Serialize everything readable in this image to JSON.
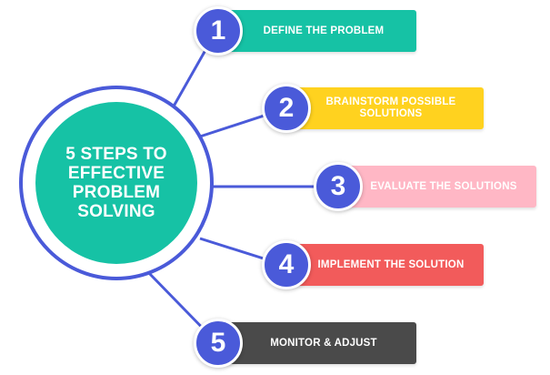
{
  "hub": {
    "title": "5 STEPS TO EFFECTIVE PROBLEM SOLVING",
    "fill_color": "#16c2a5",
    "ring_color": "#4a5ad9"
  },
  "badge_color": "#4a5ad9",
  "steps": [
    {
      "number": "1",
      "label": "DEFINE THE PROBLEM",
      "box_color": "#16c2a5",
      "text_color": "#ffffff"
    },
    {
      "number": "2",
      "label": "BRAINSTORM POSSIBLE SOLUTIONS",
      "box_color": "#ffd21f",
      "text_color": "#ffffff"
    },
    {
      "number": "3",
      "label": "EVALUATE THE SOLUTIONS",
      "box_color": "#ffb7c5",
      "text_color": "#ffffff"
    },
    {
      "number": "4",
      "label": "IMPLEMENT THE SOLUTION",
      "box_color": "#f25b5b",
      "text_color": "#ffffff"
    },
    {
      "number": "5",
      "label": "MONITOR & ADJUST",
      "box_color": "#4a4a4a",
      "text_color": "#ffffff"
    }
  ]
}
